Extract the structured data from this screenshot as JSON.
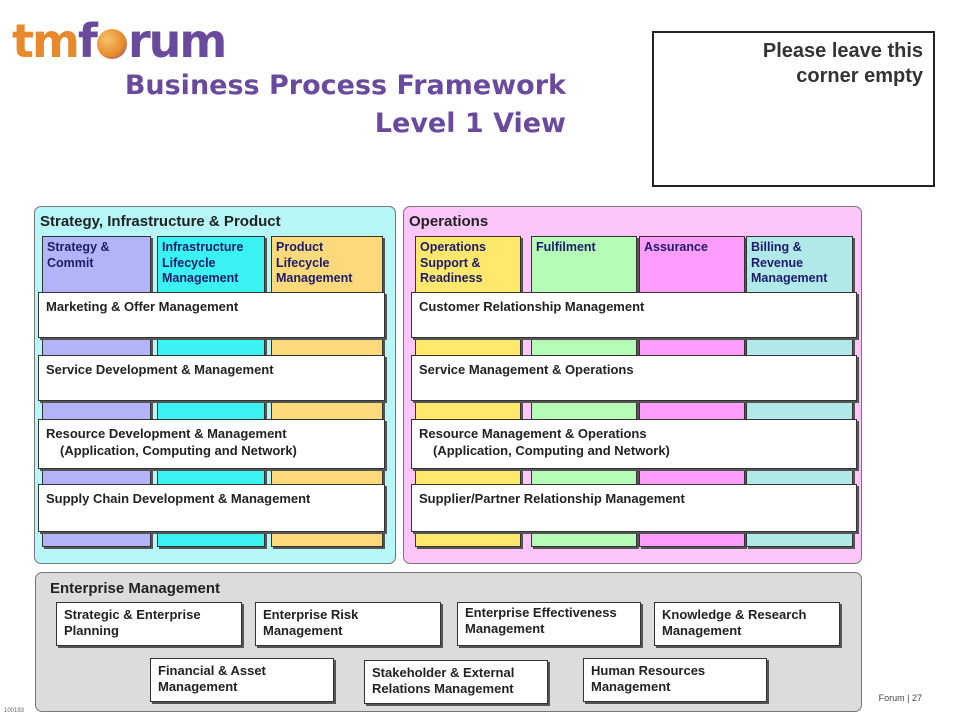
{
  "logo": {
    "part1": "tm",
    "part2": "f",
    "part3": "rum"
  },
  "title": {
    "line1": "Business Process Framework",
    "line2": "Level 1 View"
  },
  "corner_note": {
    "line1": "Please leave this",
    "line2": "corner empty"
  },
  "sip": {
    "title": "Strategy, Infrastructure & Product",
    "columns": [
      {
        "lines": [
          "Strategy &",
          "Commit"
        ],
        "color": "#b3b3fa"
      },
      {
        "lines": [
          "Infrastructure",
          "Lifecycle",
          "Management"
        ],
        "color": "#3af2f2"
      },
      {
        "lines": [
          "Product",
          "Lifecycle",
          "Management"
        ],
        "color": "#fcd97a"
      }
    ],
    "rows": [
      {
        "label": "Marketing & Offer Management",
        "sub": ""
      },
      {
        "label": "Service Development & Management",
        "sub": ""
      },
      {
        "label": "Resource Development & Management",
        "sub": "(Application,  Computing and Network)"
      },
      {
        "label": "Supply Chain Development & Management",
        "sub": ""
      }
    ]
  },
  "ops": {
    "title": "Operations",
    "columns": [
      {
        "lines": [
          "Operations",
          "Support &",
          "Readiness"
        ],
        "color": "#ffe86b"
      },
      {
        "lines": [
          "Fulfilment"
        ],
        "color": "#b6fbb6"
      },
      {
        "lines": [
          "Assurance"
        ],
        "color": "#ff9cfc"
      },
      {
        "lines": [
          "Billing &",
          "Revenue",
          "Management"
        ],
        "color": "#b1e9e9"
      }
    ],
    "rows": [
      {
        "label": "Customer Relationship Management",
        "sub": ""
      },
      {
        "label": "Service Management & Operations",
        "sub": ""
      },
      {
        "label": "Resource Management & Operations",
        "sub": "(Application,  Computing and Network)"
      },
      {
        "label": "Supplier/Partner Relationship Management",
        "sub": ""
      }
    ]
  },
  "enterprise": {
    "title": "Enterprise Management",
    "boxes": [
      {
        "line1": "Strategic & Enterprise",
        "line2": "Planning"
      },
      {
        "line1": "Enterprise Risk",
        "line2": "Management"
      },
      {
        "line1": "Enterprise Effectiveness",
        "line2": "Management"
      },
      {
        "line1": "Knowledge & Research",
        "line2": "Management"
      },
      {
        "line1": "Financial & Asset",
        "line2": "Management"
      },
      {
        "line1": "Stakeholder & External",
        "line2": "Relations Management"
      },
      {
        "line1": "Human Resources",
        "line2": "Management"
      }
    ]
  },
  "footer": {
    "text": "Forum  |  27"
  },
  "code": {
    "text": "100193"
  }
}
